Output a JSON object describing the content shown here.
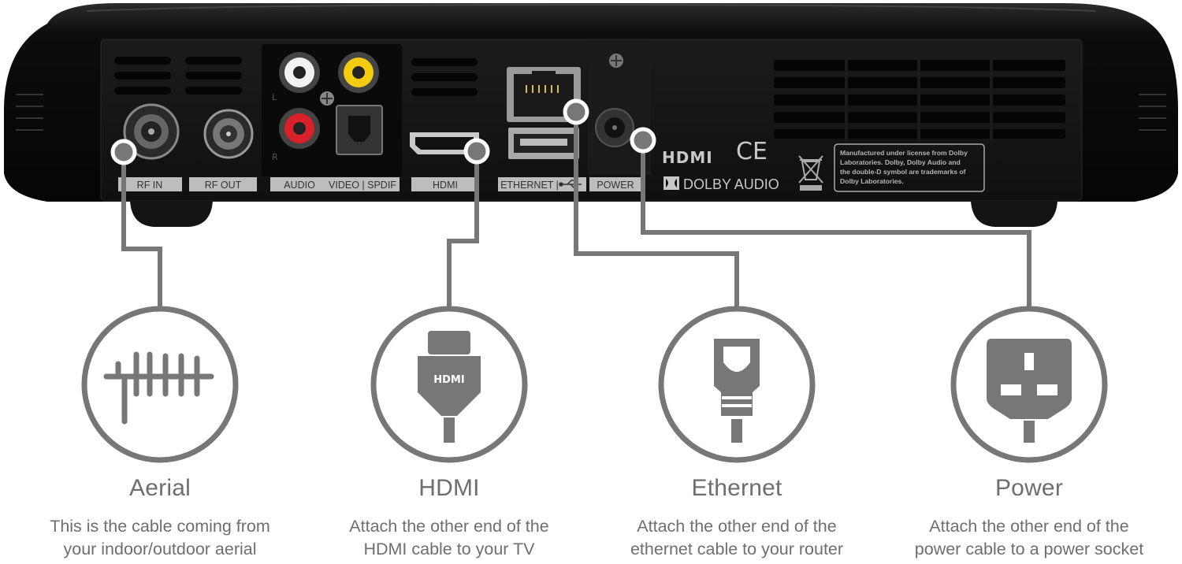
{
  "device": {
    "port_labels": [
      "RF IN",
      "RF OUT",
      "AUDIO",
      "VIDEO | SPDIF",
      "HDMI",
      "ETHERNET |",
      "POWER"
    ],
    "side_marks": {
      "l": "L",
      "r": "R"
    },
    "hdmi_logo": "HDMI",
    "ce_mark": "CE",
    "dolby_logo": "DOLBY AUDIO",
    "license_lines": [
      "Manufactured under license from Dolby",
      "Laboratories. Dolby, Dolby Audio and",
      "the double-D symbol are trademarks of",
      "Dolby Laboratories."
    ]
  },
  "connections": [
    {
      "id": "aerial",
      "icon": "antenna-icon",
      "title": "Aerial",
      "desc": [
        "This is the cable coming from",
        "your indoor/outdoor aerial"
      ]
    },
    {
      "id": "hdmi",
      "icon": "hdmi-plug-icon",
      "title": "HDMI",
      "desc": [
        "Attach the other end of the",
        "HDMI cable to your TV"
      ],
      "icon_text": "HDMI"
    },
    {
      "id": "ethernet",
      "icon": "ethernet-plug-icon",
      "title": "Ethernet",
      "desc": [
        "Attach the other end of the",
        "ethernet cable to your router"
      ]
    },
    {
      "id": "power",
      "icon": "power-plug-icon",
      "title": "Power",
      "desc": [
        "Attach the other end of the",
        "power cable to a power socket"
      ]
    }
  ],
  "colors": {
    "accent": "#6e6e6e",
    "device": "#111111",
    "label_bg": "#bdbdbd"
  }
}
